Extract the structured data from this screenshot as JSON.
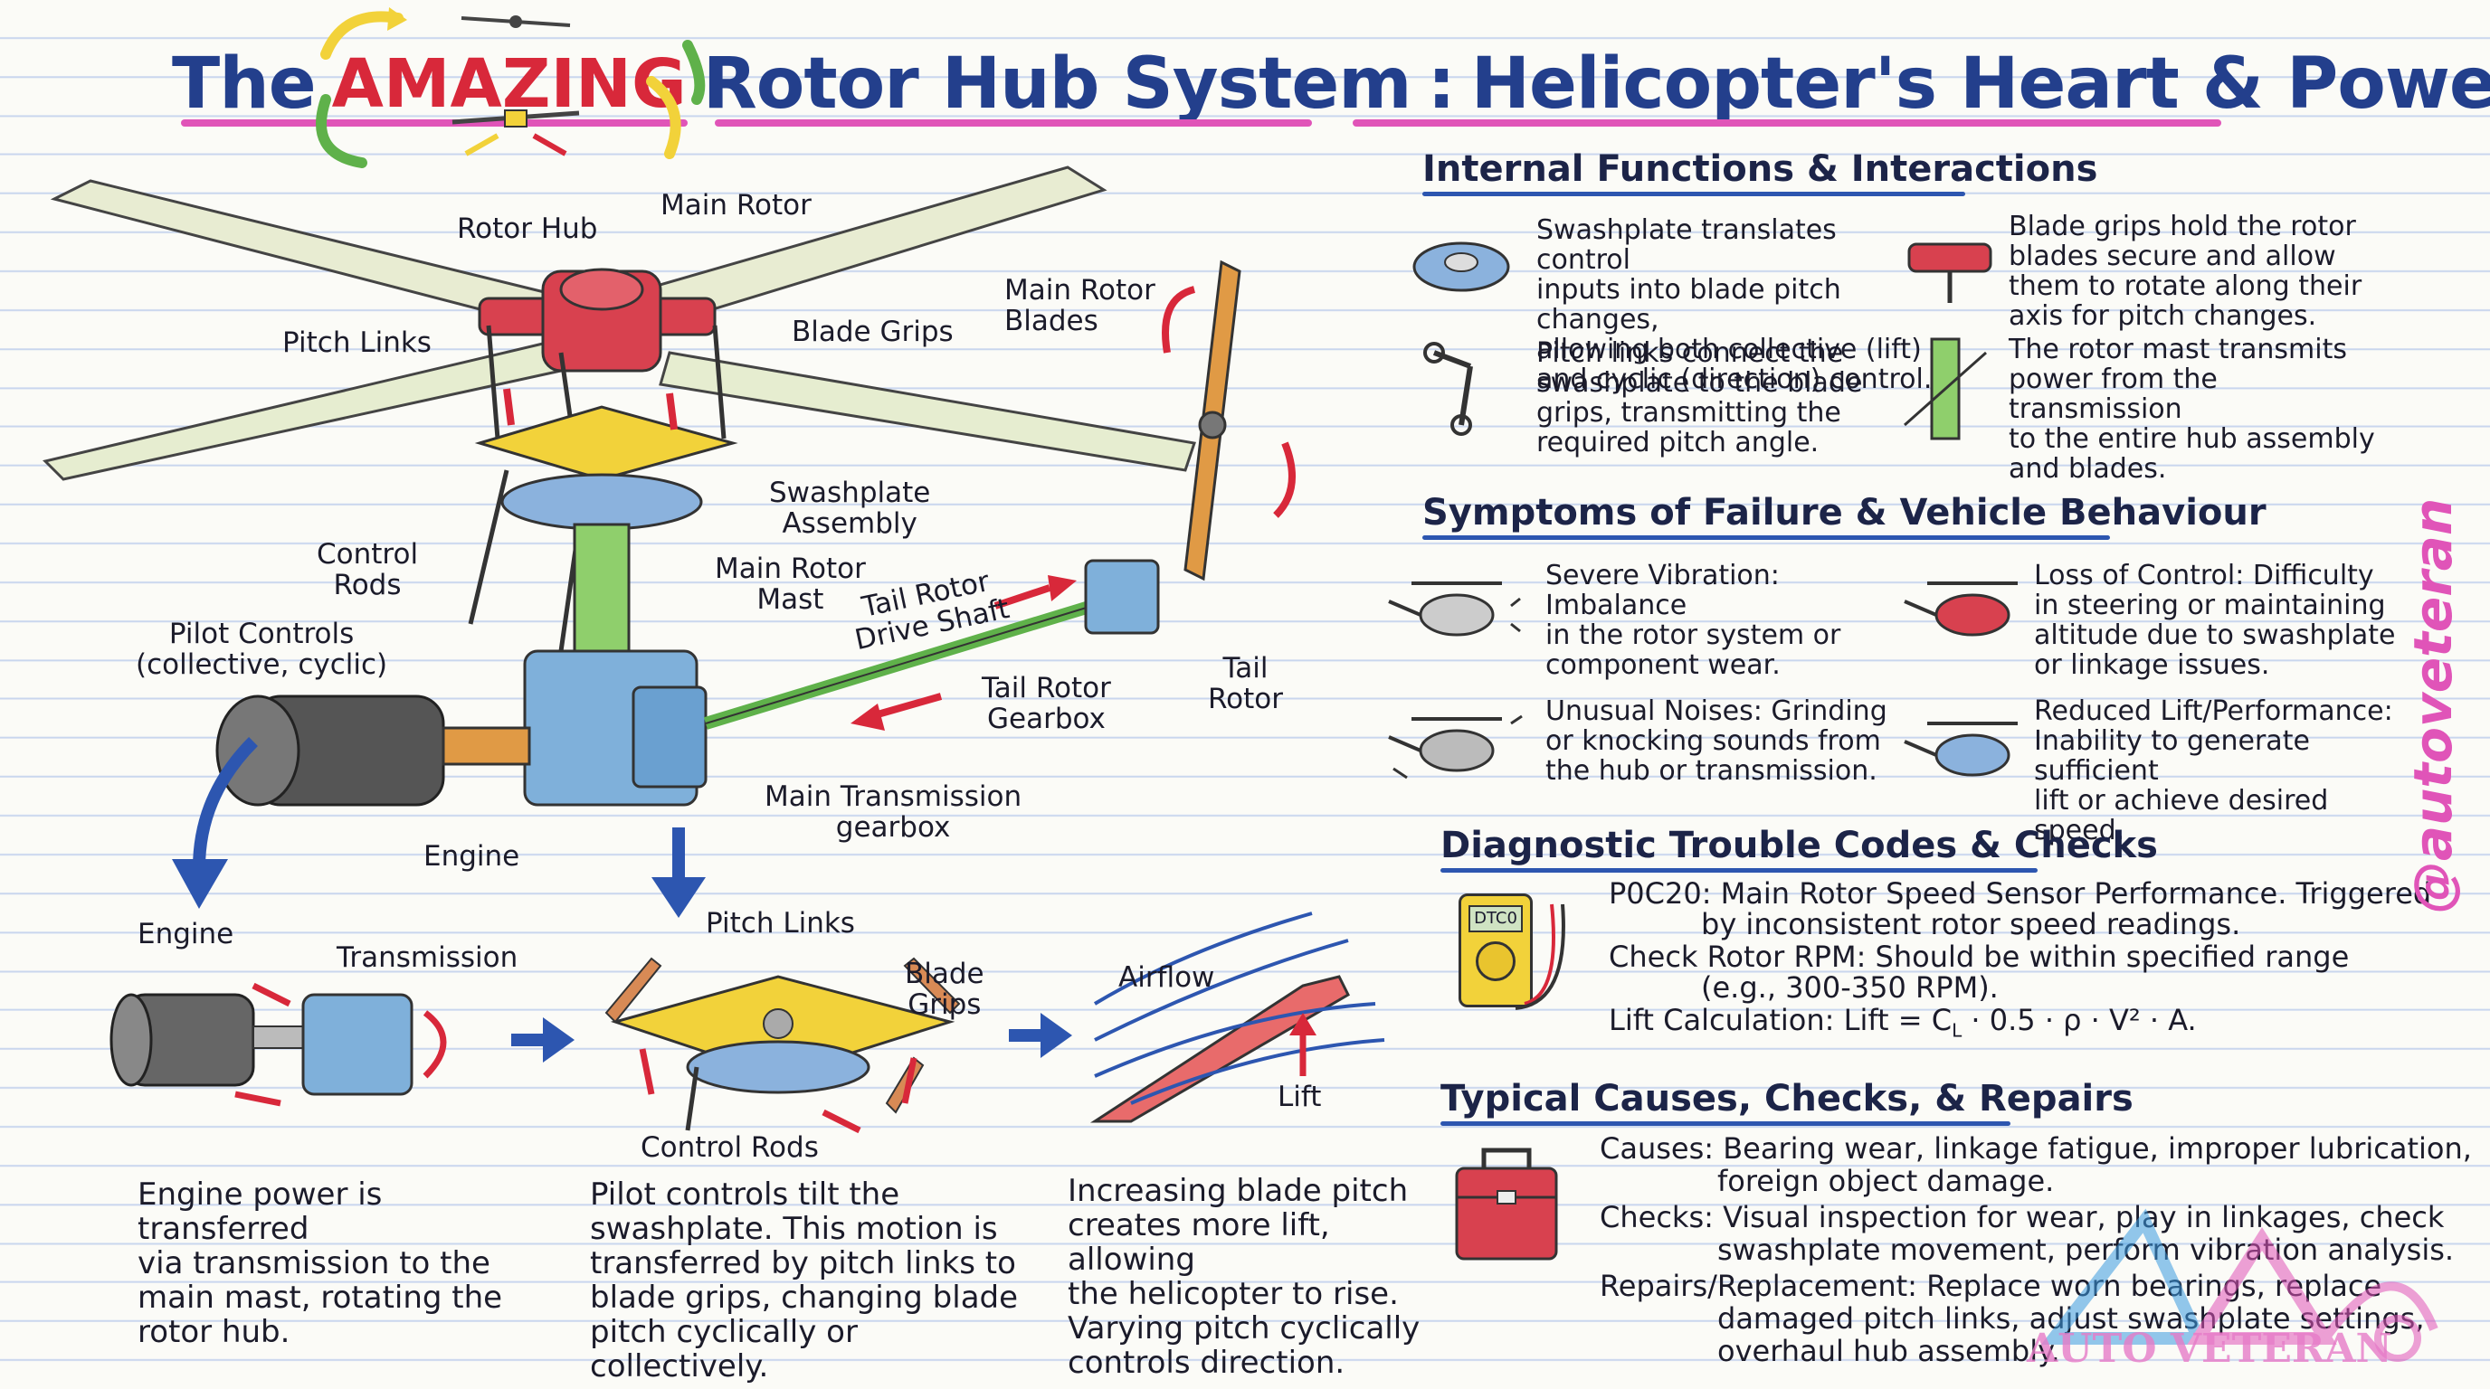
{
  "title": {
    "word_the": "The",
    "word_amazing": "AMAZING",
    "rest": "Rotor Hub System",
    "colon": ":",
    "subtitle": "Helicopter's Heart & Power!"
  },
  "colors": {
    "blue": "#233f8c",
    "red": "#d8283a",
    "accent_blue": "#2d56b0",
    "pink": "#e054b8",
    "yellow": "#f2d23a",
    "green": "#5fb14a"
  },
  "diagram_labels": {
    "rotor_hub": "Rotor Hub",
    "main_rotor": "Main Rotor",
    "main_rotor_blades": "Main Rotor\nBlades",
    "pitch_links": "Pitch Links",
    "blade_grips": "Blade Grips",
    "swashplate_assembly": "Swashplate\nAssembly",
    "control_rods": "Control\nRods",
    "main_rotor_mast": "Main Rotor\nMast",
    "pilot_controls": "Pilot Controls\n(collective, cyclic)",
    "tail_rotor_drive_shaft": "Tail Rotor\nDrive Shaft",
    "tail_rotor": "Tail\nRotor",
    "tail_rotor_gearbox": "Tail Rotor\nGearbox",
    "main_transmission": "Main Transmission\ngearbox",
    "engine": "Engine"
  },
  "flow": [
    {
      "labels": {
        "engine": "Engine",
        "transmission": "Transmission"
      },
      "caption": "Engine power is transferred\nvia transmission to the\nmain mast, rotating the\nrotor hub."
    },
    {
      "labels": {
        "pitch_links": "Pitch Links",
        "blade_grips": "Blade\nGrips",
        "control_rods": "Control Rods"
      },
      "caption": "Pilot controls tilt the\nswashplate. This motion is\ntransferred by pitch links to\nblade grips, changing blade\npitch cyclically or collectively."
    },
    {
      "labels": {
        "airflow": "Airflow",
        "lift": "Lift"
      },
      "caption": "Increasing blade pitch\ncreates more lift, allowing\nthe helicopter to rise.\nVarying pitch cyclically\ncontrols direction."
    }
  ],
  "internal_functions": {
    "title": "Internal Functions & Interactions",
    "items": [
      {
        "icon": "swashplate-icon",
        "text": "Swashplate translates control\ninputs into blade pitch changes,\nallowing both collective (lift)\nand cyclic (direction) control."
      },
      {
        "icon": "blade-grip-icon",
        "text": "Blade grips hold the rotor\nblades secure and allow\nthem to rotate along their\naxis for pitch changes."
      },
      {
        "icon": "pitch-link-icon",
        "text": "Pitch links connect the\nswashplate to the blade\ngrips, transmitting the\nrequired pitch angle."
      },
      {
        "icon": "rotor-mast-icon",
        "text": "The rotor mast transmits\npower from the transmission\nto the entire hub assembly\nand blades."
      }
    ]
  },
  "symptoms": {
    "title": "Symptoms of Failure & Vehicle Behaviour",
    "items": [
      {
        "icon": "vibrating-helicopter-icon",
        "text": "Severe Vibration: Imbalance\nin the rotor system or\ncomponent wear."
      },
      {
        "icon": "red-helicopter-icon",
        "text": "Loss of Control: Difficulty\nin steering or maintaining\naltitude due to swashplate\nor linkage issues."
      },
      {
        "icon": "noisy-helicopter-icon",
        "text": "Unusual Noises: Grinding\nor knocking sounds from\nthe hub or transmission."
      },
      {
        "icon": "blue-helicopter-icon",
        "text": "Reduced Lift/Performance:\nInability to generate sufficient\nlift or achieve desired\nspeed."
      }
    ]
  },
  "diagnostics": {
    "title": "Diagnostic Trouble Codes & Checks",
    "meter_label": "DTC0",
    "line1": "P0C20: Main Rotor Speed Sensor Performance. Triggered",
    "line2": "by inconsistent rotor speed readings.",
    "line3": "Check Rotor RPM: Should be within specified range",
    "line4": "(e.g., 300-350 RPM).",
    "line5": "Lift Calculation: Lift = C",
    "line5_sub": "L",
    "line5_rest": " · 0.5 · ρ · V² · A."
  },
  "causes": {
    "title": "Typical Causes, Checks, & Repairs",
    "causes_l1": "Causes: Bearing wear, linkage fatigue, improper lubrication,",
    "causes_l2": "foreign object damage.",
    "checks_l1": "Checks: Visual inspection for wear, play in linkages, check",
    "checks_l2": "swashplate movement, perform vibration analysis.",
    "repairs_l1": "Repairs/Replacement: Replace worn bearings, replace",
    "repairs_l2": "damaged pitch links, adjust swashplate settings,",
    "repairs_l3": "overhaul hub assembly."
  },
  "watermark": "@autoveteran",
  "logo_text": "AUTO VETERAN"
}
